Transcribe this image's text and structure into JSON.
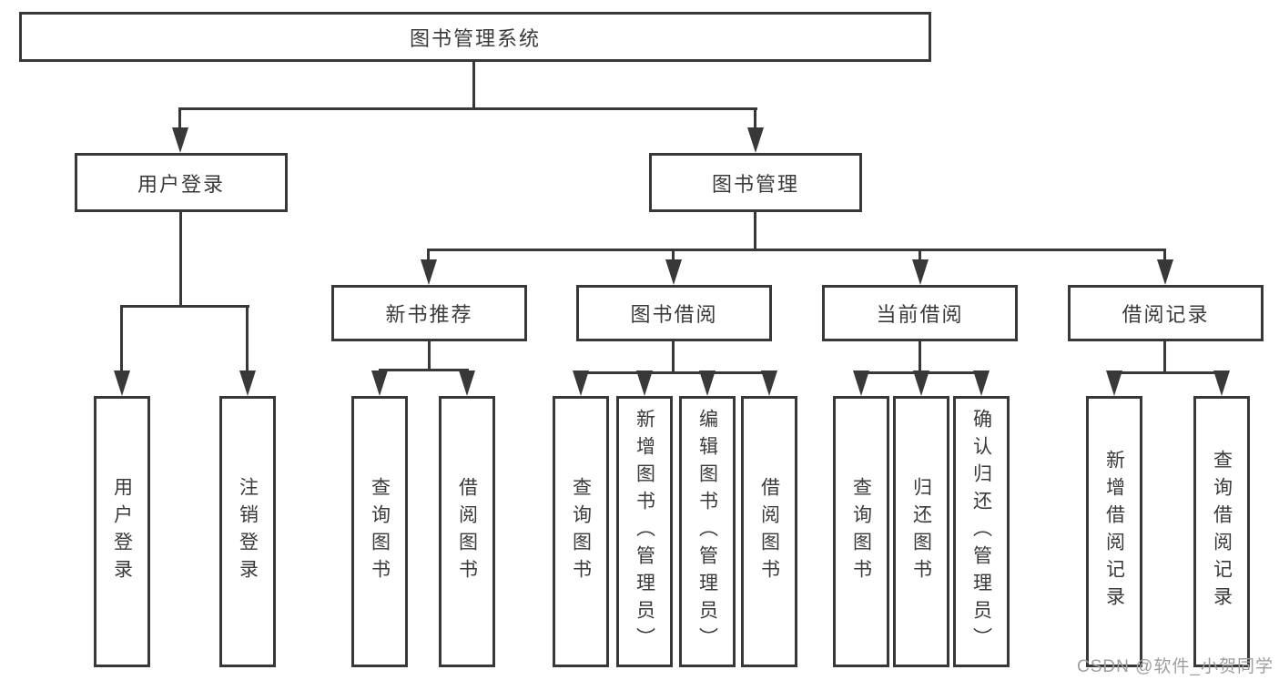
{
  "diagram": {
    "root": {
      "label": "图书管理系统"
    },
    "level2": [
      {
        "label": "用户登录"
      },
      {
        "label": "图书管理"
      }
    ],
    "level3": [
      {
        "label": "新书推荐",
        "parent": "图书管理"
      },
      {
        "label": "图书借阅",
        "parent": "图书管理"
      },
      {
        "label": "当前借阅",
        "parent": "图书管理"
      },
      {
        "label": "借阅记录",
        "parent": "图书管理"
      }
    ],
    "leaves": [
      {
        "label": "用户登录",
        "parent": "用户登录"
      },
      {
        "label": "注销登录",
        "parent": "用户登录"
      },
      {
        "label": "查询图书",
        "parent": "新书推荐"
      },
      {
        "label": "借阅图书",
        "parent": "新书推荐"
      },
      {
        "label": "查询图书",
        "parent": "图书借阅"
      },
      {
        "label": "新增图书（管理员）",
        "parent": "图书借阅"
      },
      {
        "label": "编辑图书（管理员）",
        "parent": "图书借阅"
      },
      {
        "label": "借阅图书",
        "parent": "图书借阅"
      },
      {
        "label": "查询图书",
        "parent": "当前借阅"
      },
      {
        "label": "归还图书",
        "parent": "当前借阅"
      },
      {
        "label": "确认归还（管理员）",
        "parent": "当前借阅"
      },
      {
        "label": "新增借阅记录",
        "parent": "借阅记录"
      },
      {
        "label": "查询借阅记录",
        "parent": "借阅记录"
      }
    ]
  },
  "watermark": {
    "text": "CSDN @软件_小贺同学"
  },
  "colors": {
    "line": "#383838",
    "text": "#3a3a3a",
    "node_background": "#ffffff",
    "watermark": "#9e9e9e",
    "page_background": "#ffffff"
  }
}
